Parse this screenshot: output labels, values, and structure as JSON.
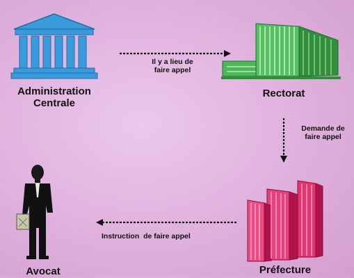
{
  "nodes": {
    "admin": {
      "line1": "Administration",
      "line2": "Centrale",
      "icon": "building-columns-icon"
    },
    "rectorat": {
      "label": "Rectorat",
      "icon": "office-building-icon"
    },
    "prefecture": {
      "label": "Préfecture",
      "icon": "tower-blocks-icon"
    },
    "avocat": {
      "label": "Avocat",
      "icon": "lawyer-icon"
    }
  },
  "edges": {
    "e1": {
      "line1": "Il y a lieu de",
      "line2": "faire appel"
    },
    "e2": {
      "line1": "Demande de",
      "line2": "faire appel"
    },
    "e3": {
      "line1": "Instruction  de faire appel"
    }
  },
  "colors": {
    "background": "#dfb0dc",
    "admin": "#3a9bdc",
    "rectorat": "#3aa84a",
    "prefecture": "#d81b60",
    "avocat": "#111111"
  }
}
